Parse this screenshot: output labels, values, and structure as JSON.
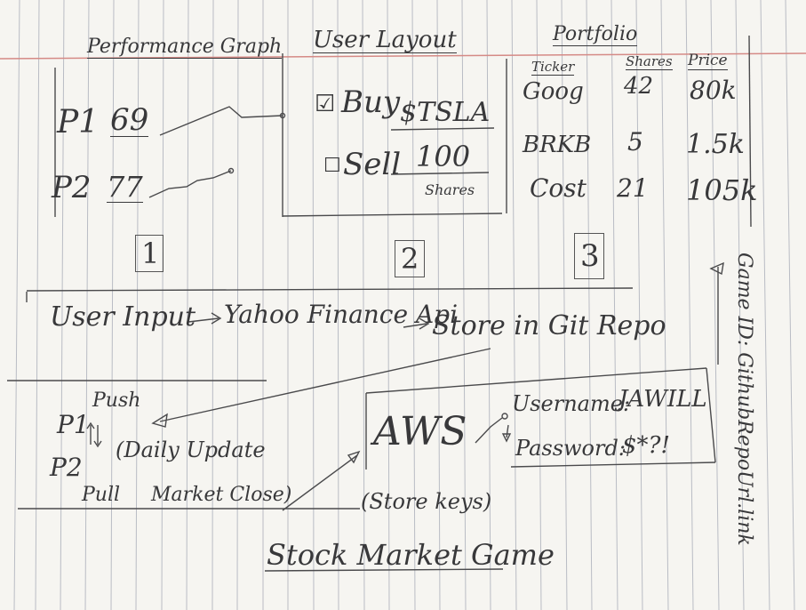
{
  "sections": {
    "performance": {
      "title": "Performance Graph",
      "players": [
        {
          "label": "P1",
          "score": "69"
        },
        {
          "label": "P2",
          "score": "77"
        }
      ],
      "panel_number": "1"
    },
    "user_layout": {
      "title": "User Layout",
      "buy_label": "Buy",
      "sell_label": "Sell",
      "ticker": "$TSLA",
      "quantity": "100",
      "quantity_unit": "Shares",
      "panel_number": "2"
    },
    "portfolio": {
      "title": "Portfolio",
      "headers": [
        "Ticker",
        "Shares",
        "Price"
      ],
      "rows": [
        [
          "Goog",
          "42",
          "80k"
        ],
        [
          "BRKB",
          "5",
          "1.5k"
        ],
        [
          "Cost",
          "21",
          "105k"
        ]
      ],
      "panel_number": "3"
    }
  },
  "flow": {
    "step1": "User Input",
    "step2": "Yahoo Finance Api",
    "step3": "Store in Git Repo"
  },
  "sync": {
    "p1": "P1",
    "p2": "P2",
    "push": "Push",
    "pull": "Pull",
    "note_line1": "(Daily Update",
    "note_line2": "Market Close)"
  },
  "aws": {
    "label": "AWS",
    "caption": "(Store keys)",
    "username_label": "Username:",
    "username_value": "JAWILL",
    "password_label": "Password:",
    "password_value": "$*?!"
  },
  "game_id": "Game ID: GithubRepoUrl.link",
  "footer_title": "Stock Market Game"
}
